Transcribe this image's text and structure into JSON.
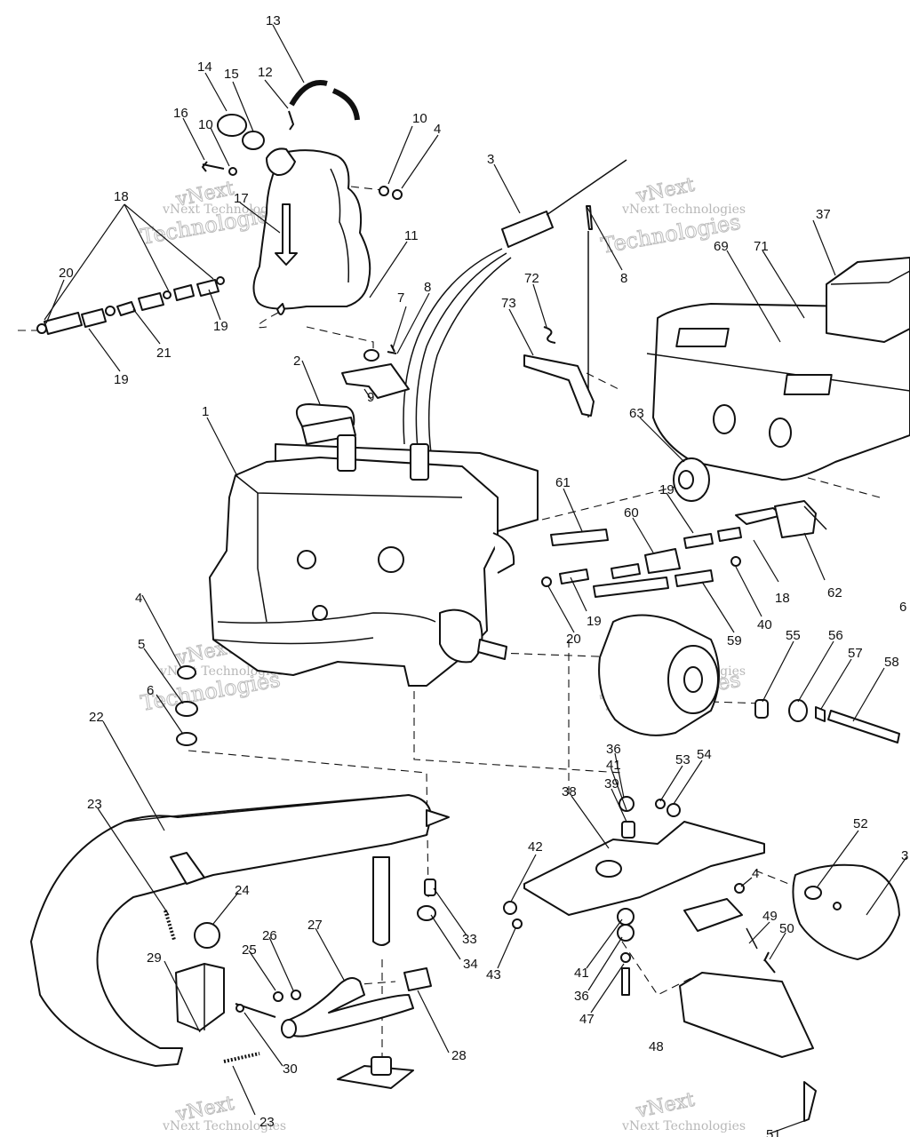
{
  "watermark": {
    "line1": "vNext",
    "line2": "vNext Technologies",
    "line3": "Technologies"
  },
  "callouts": [
    "1",
    "2",
    "3",
    "4",
    "4",
    "4",
    "5",
    "6",
    "6",
    "7",
    "8",
    "8",
    "9",
    "10",
    "10",
    "11",
    "12",
    "13",
    "14",
    "15",
    "16",
    "17",
    "18",
    "18",
    "19",
    "19",
    "19",
    "19",
    "20",
    "20",
    "21",
    "22",
    "23",
    "23",
    "24",
    "25",
    "26",
    "27",
    "28",
    "29",
    "30",
    "33",
    "34",
    "36",
    "36",
    "37",
    "38",
    "39",
    "40",
    "41",
    "41",
    "42",
    "43",
    "47",
    "48",
    "49",
    "50",
    "51",
    "52",
    "53",
    "54",
    "55",
    "56",
    "57",
    "58",
    "59",
    "60",
    "61",
    "62",
    "63",
    "69",
    "71",
    "72",
    "73",
    "3"
  ],
  "colors": {
    "ink": "#111111",
    "watermark": "#b8b8b8",
    "paper": "#ffffff"
  }
}
